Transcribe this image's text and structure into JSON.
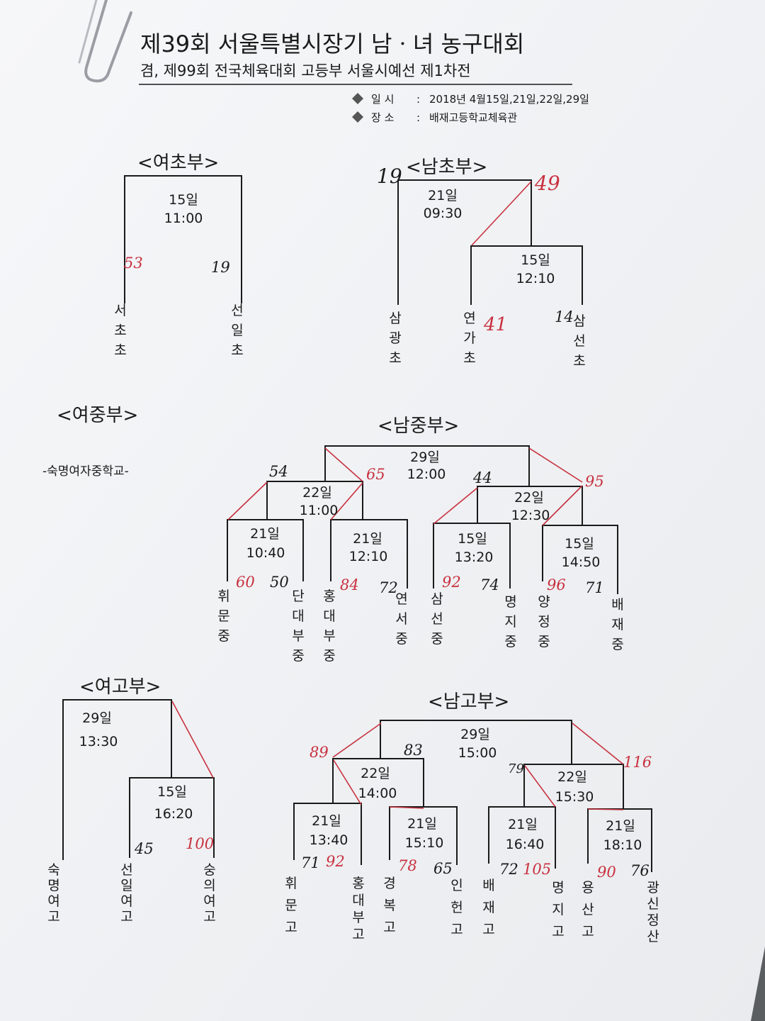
{
  "header": {
    "title": "제39회 서울특별시장기 남ㆍ녀 농구대회",
    "subtitle": "겸, 제99회 전국체육대회 고등부 서울시예선 제1차전",
    "date_label": "일 시",
    "date_value": "2018년 4월15일,21일,22일,29일",
    "place_label": "장 소",
    "place_value": "배재고등학교체육관"
  },
  "colors": {
    "pen_red": "#c8313f",
    "pen_black": "#1a1a1a",
    "paper": "#f4f5f7"
  },
  "divisions": {
    "girls_elem": {
      "title": "<여초부>",
      "final": {
        "date": "15일",
        "time": "11:00"
      },
      "teams": [
        "서초초",
        "선일초"
      ],
      "scores": [
        "53",
        "19"
      ]
    },
    "boys_elem": {
      "title": "<남초부>",
      "final": {
        "date": "21일",
        "time": "09:30"
      },
      "semi": {
        "date": "15일",
        "time": "12:10"
      },
      "teams": [
        "삼광초",
        "연가초",
        "삼선초"
      ],
      "scores": {
        "final_left": "19",
        "final_right": "49",
        "semi_left": "41",
        "semi_right": "14"
      }
    },
    "girls_middle": {
      "title": "<여중부>",
      "note": "-숙명여자중학교-"
    },
    "boys_middle": {
      "title": "<남중부>",
      "final": {
        "date": "29일",
        "time": "12:00"
      },
      "semis": [
        {
          "date": "22일",
          "time": "11:00"
        },
        {
          "date": "22일",
          "time": "12:30"
        }
      ],
      "quarters": [
        {
          "date": "21일",
          "time": "10:40"
        },
        {
          "date": "21일",
          "time": "12:10"
        },
        {
          "date": "15일",
          "time": "13:20"
        },
        {
          "date": "15일",
          "time": "14:50"
        }
      ],
      "teams": [
        "휘문중",
        "단대부중",
        "홍대부중",
        "연서중",
        "삼선중",
        "명지중",
        "양정중",
        "배재중"
      ],
      "scores": {
        "final": [
          "54",
          "65",
          "44",
          "95"
        ],
        "quarters": [
          "60",
          "50",
          "84",
          "72",
          "92",
          "74",
          "96",
          "71"
        ]
      }
    },
    "girls_high": {
      "title": "<여고부>",
      "final": {
        "date": "29일",
        "time": "13:30"
      },
      "semi": {
        "date": "15일",
        "time": "16:20"
      },
      "teams": [
        "숙명여고",
        "선일여고",
        "숭의여고"
      ],
      "scores": [
        "45",
        "100"
      ]
    },
    "boys_high": {
      "title": "<남고부>",
      "final": {
        "date": "29일",
        "time": "15:00"
      },
      "semis": [
        {
          "date": "22일",
          "time": "14:00"
        },
        {
          "date": "22일",
          "time": "15:30"
        }
      ],
      "quarters": [
        {
          "date": "21일",
          "time": "13:40"
        },
        {
          "date": "21일",
          "time": "15:10"
        },
        {
          "date": "21일",
          "time": "16:40"
        },
        {
          "date": "21일",
          "time": "18:10"
        }
      ],
      "teams": [
        "휘문고",
        "홍대부고",
        "경복고",
        "인헌고",
        "배재고",
        "명지고",
        "용산고",
        "광신정산"
      ],
      "scores": {
        "final": [
          "89",
          "83",
          "79",
          "116"
        ],
        "quarters": [
          "71",
          "92",
          "78",
          "65",
          "72",
          "105",
          "90",
          "76"
        ]
      }
    }
  }
}
